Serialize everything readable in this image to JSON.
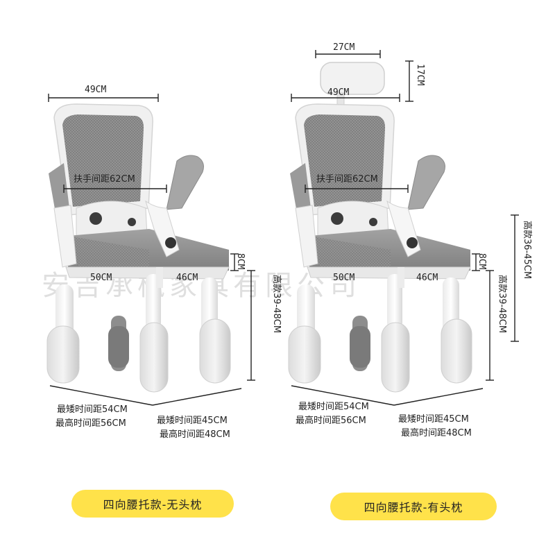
{
  "colors": {
    "accent_pill": "#ffe24a",
    "frame": "#f1f1f1",
    "mesh": "#8a8a8a",
    "seat": "#9a9a9a"
  },
  "left_chair": {
    "back_width": "49CM",
    "armrest_span": "扶手间距62CM",
    "seat_width": "50CM",
    "seat_depth": "46CM",
    "cushion": "8CM",
    "seat_height": "高款39-48CM",
    "front_spacing_low": "最矮时间距54CM",
    "front_spacing_high": "最高时间距56CM",
    "side_spacing_low": "最矮时间距45CM",
    "side_spacing_high": "最高时间距48CM",
    "label": "四向腰托款-无头枕"
  },
  "right_chair": {
    "headrest_width": "27CM",
    "headrest_height": "17CM",
    "back_width": "49CM",
    "armrest_span": "扶手间距62CM",
    "seat_width": "50CM",
    "seat_depth": "46CM",
    "cushion": "8CM",
    "seat_height": "高款39-48CM",
    "back_height": "高款36-45CM",
    "front_spacing_low": "最矮时间距54CM",
    "front_spacing_high": "最高时间距56CM",
    "side_spacing_low": "最矮时间距45CM",
    "side_spacing_high": "最高时间距48CM",
    "label": "四向腰托款-有头枕"
  },
  "watermark": "安吉承枫家具有限公司"
}
